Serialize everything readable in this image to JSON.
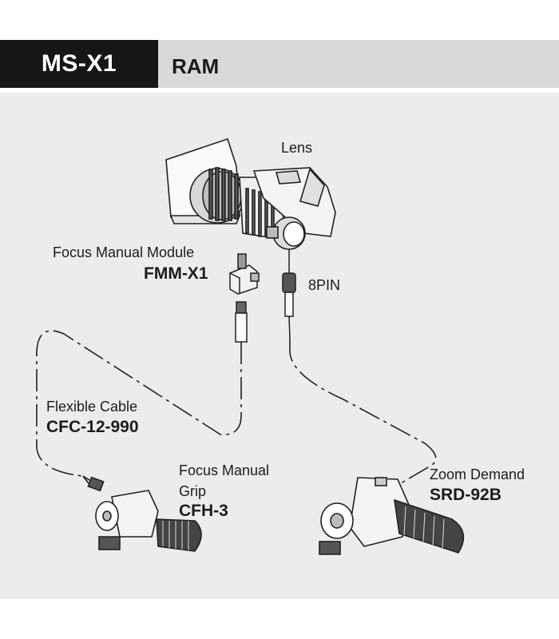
{
  "header": {
    "model": "MS-X1",
    "subtitle": "RAM"
  },
  "labels": {
    "lens": "Lens",
    "fmm_name": "Focus Manual Module",
    "fmm_code": "FMM-X1",
    "pin": "8PIN",
    "cable_name": "Flexible Cable",
    "cable_code": "CFC-12-990",
    "grip_name_1": "Focus Manual",
    "grip_name_2": "Grip",
    "grip_code": "CFH-3",
    "zoom_name": "Zoom Demand",
    "zoom_code": "SRD-92B"
  },
  "colors": {
    "tab": "#161616",
    "header": "#d9d9d9",
    "panel": "#ececec",
    "ink": "#1c1c1c"
  }
}
